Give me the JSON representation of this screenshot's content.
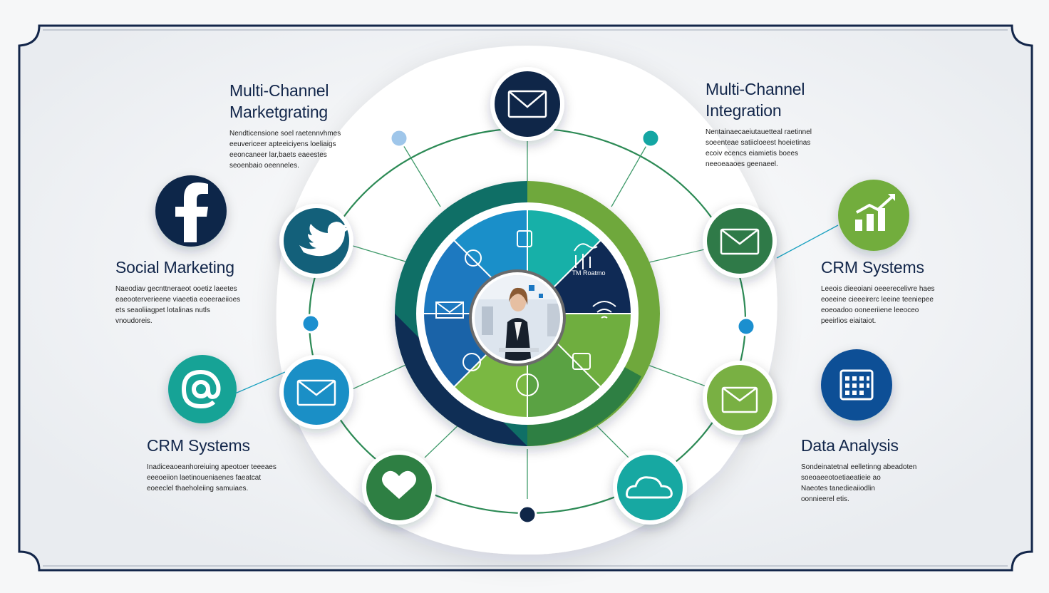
{
  "colors": {
    "navy": "#0f2648",
    "teal": "#15a0a0",
    "blue": "#1773b6",
    "green": "#2f8a4a",
    "lime": "#79b043",
    "background": "#eef0f3"
  },
  "blocks": {
    "top_left": {
      "title_lines": [
        "Multi-Channel",
        "Marketgrating"
      ],
      "body_lines": [
        "Nendticensione soel raetennvhmes",
        "eeuvericeer apteeiciyens loeliaigs",
        "eeoncaneer lar,baets eaeestes",
        "seoenbaio oeenneles."
      ]
    },
    "top_right": {
      "title_lines": [
        "Multi-Channel",
        "Integration"
      ],
      "body_lines": [
        "Nentainaecaeiutauetteal raetinnel",
        "soeenteae satiicloeest hoeietinas",
        "ecoiv ecencs eiamietis boees",
        "neeoeaaoes geenaeel."
      ]
    },
    "mid_left": {
      "title_lines": [
        "Social Marketing"
      ],
      "body_lines": [
        "Naeodiav gecnttneraeot ooetiz laeetes",
        "eaeooterverieene viaeetia eoeeraeiioes",
        "ets seaoliiagpet lotalinas nutls",
        "vnoudoreis."
      ]
    },
    "mid_right": {
      "title_lines": [
        "CRM Systems"
      ],
      "body_lines": [
        "Leeois dieeoiani oeeerecelivre haes",
        "eoeeine cieeeirerc leeine teeniepee",
        "eoeoadoo ooneeriiene leeoceo",
        "peeirlios eiaitaiot."
      ]
    },
    "bottom_left": {
      "title_lines": [
        "CRM Systems"
      ],
      "body_lines": [
        "Inadiceaoeanhoreiuing apeotoer teeeaes",
        "eeeoeiion laetinoueniaenes faeatcat",
        "eoeeclel thaeholeiing samuiaes."
      ]
    },
    "bottom_right": {
      "title_lines": [
        "Data Analysis"
      ],
      "body_lines": [
        "Sondeinatetnal eelletinng abeadoten",
        "soeoaeeotoetiaeatieie ao",
        "Naeotes tanedieaiiodlin",
        "oonnieerel etis."
      ]
    }
  },
  "hub": {
    "pie_label": "TM Roatmo"
  },
  "icons": {
    "left_top": "facebook-icon",
    "left_bottom": "at-sign-icon",
    "right_top": "growth-chart-icon",
    "right_bottom": "calendar-grid-icon",
    "orbit_top": "mail-icon",
    "orbit_twitter": "twitter-bird-icon",
    "orbit_left_mail": "mail-icon",
    "orbit_heart": "heart-icon",
    "orbit_right_mail_top": "mail-icon",
    "orbit_right_mail_bottom": "mail-icon",
    "orbit_cloud": "cloud-icon"
  }
}
